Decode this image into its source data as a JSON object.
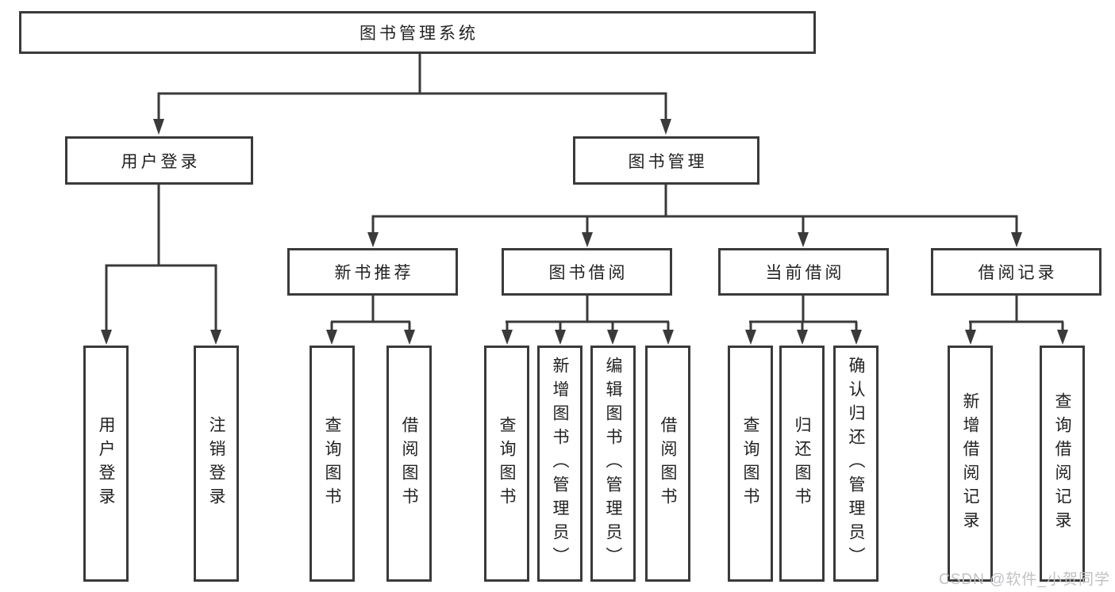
{
  "diagram": {
    "root": {
      "label": "图书管理系统"
    },
    "branches": [
      {
        "label": "用户登录",
        "children": [
          {
            "label": "用户登录"
          },
          {
            "label": "注销登录"
          }
        ]
      },
      {
        "label": "图书管理",
        "children": [
          {
            "label": "新书推荐",
            "children": [
              {
                "label": "查询图书"
              },
              {
                "label": "借阅图书"
              }
            ]
          },
          {
            "label": "图书借阅",
            "children": [
              {
                "label": "查询图书"
              },
              {
                "label": "新增图书（管理员）"
              },
              {
                "label": "编辑图书（管理员）"
              },
              {
                "label": "借阅图书"
              }
            ]
          },
          {
            "label": "当前借阅",
            "children": [
              {
                "label": "查询图书"
              },
              {
                "label": "归还图书"
              },
              {
                "label": "确认归还（管理员）"
              }
            ]
          },
          {
            "label": "借阅记录",
            "children": [
              {
                "label": "新增借阅记录"
              },
              {
                "label": "查询借阅记录"
              }
            ]
          }
        ]
      }
    ]
  },
  "watermark": {
    "text": "CSDN @软件_小贺同学"
  },
  "colors": {
    "line": "#3a3a3a",
    "box_border": "#3a3a3a",
    "box_fill": "#ffffff",
    "text": "#222222",
    "background": "#ffffff",
    "watermark_text": "#c2c0c6"
  }
}
